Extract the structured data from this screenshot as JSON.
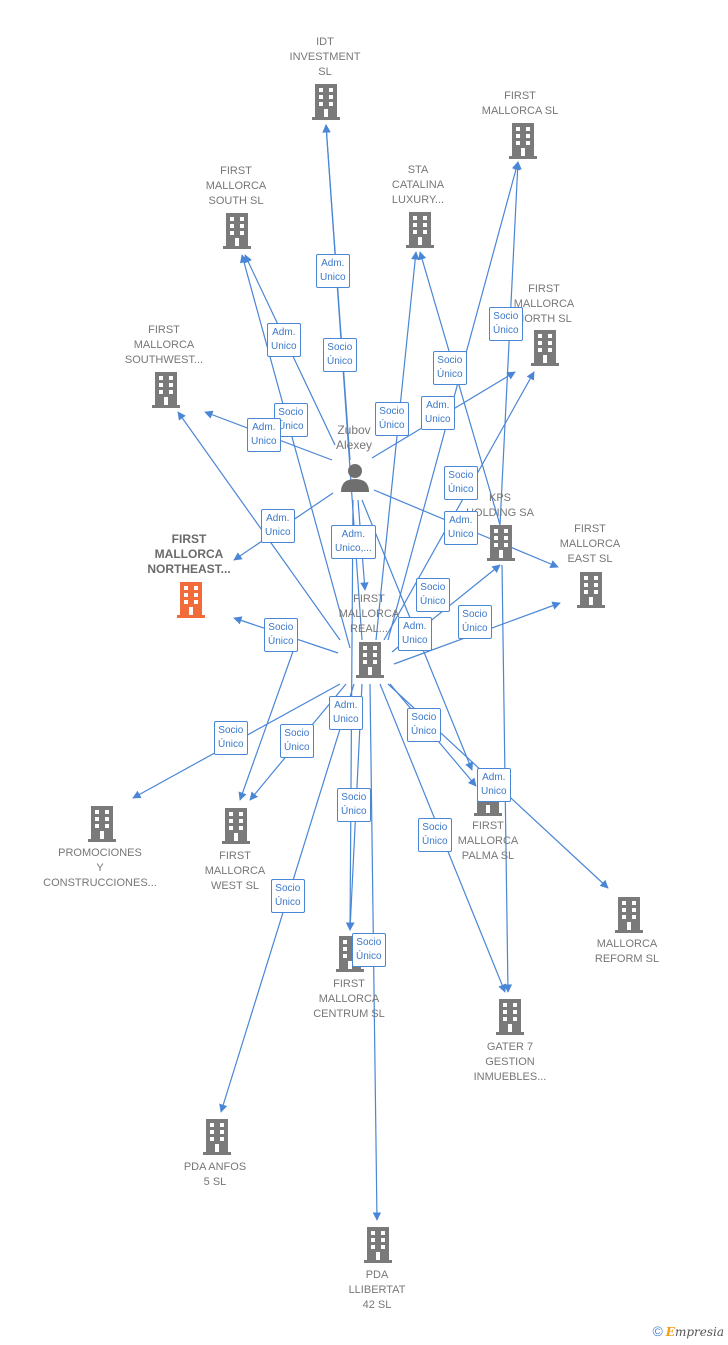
{
  "colors": {
    "edge": "#4a86d6",
    "building": "#7a7a7a",
    "focus": "#f26b3a",
    "label": "#777777",
    "person": "#6f6f6f"
  },
  "person": {
    "name_lines": [
      "Zubov",
      "Alexey"
    ],
    "icon": "person-icon"
  },
  "companies": [
    {
      "id": "idt",
      "lines": [
        "IDT",
        "INVESTMENT",
        "SL"
      ]
    },
    {
      "id": "first-mallorca",
      "lines": [
        "FIRST",
        "MALLORCA SL"
      ]
    },
    {
      "id": "first-mallorca-south",
      "lines": [
        "FIRST",
        "MALLORCA",
        "SOUTH  SL"
      ]
    },
    {
      "id": "sta-catalina",
      "lines": [
        "STA",
        "CATALINA",
        "LUXURY..."
      ]
    },
    {
      "id": "first-mallorca-north",
      "lines": [
        "FIRST",
        "MALLORCA",
        "NORTH  SL"
      ]
    },
    {
      "id": "first-mallorca-southwest",
      "lines": [
        "FIRST",
        "MALLORCA",
        "SOUTHWEST..."
      ]
    },
    {
      "id": "first-mallorca-northeast",
      "lines": [
        "FIRST",
        "MALLORCA",
        "NORTHEAST..."
      ],
      "focus": true
    },
    {
      "id": "kps-holding",
      "lines": [
        "KPS",
        "HOLDING SA"
      ]
    },
    {
      "id": "first-mallorca-east",
      "lines": [
        "FIRST",
        "MALLORCA",
        "EAST  SL"
      ]
    },
    {
      "id": "first-mallorca-real",
      "lines": [
        "FIRST",
        "MALLORCA",
        "REAL..."
      ]
    },
    {
      "id": "promociones",
      "lines": [
        "PROMOCIONES",
        "Y",
        "CONSTRUCCIONES..."
      ]
    },
    {
      "id": "first-mallorca-west",
      "lines": [
        "FIRST",
        "MALLORCA",
        "WEST  SL"
      ]
    },
    {
      "id": "first-mallorca-palma",
      "lines": [
        "FIRST",
        "MALLORCA",
        "PALMA  SL"
      ]
    },
    {
      "id": "mallorca-reform",
      "lines": [
        "MALLORCA",
        "REFORM  SL"
      ]
    },
    {
      "id": "first-mallorca-centrum",
      "lines": [
        "FIRST",
        "MALLORCA",
        "CENTRUM  SL"
      ]
    },
    {
      "id": "gater7",
      "lines": [
        "GATER 7",
        "GESTION",
        "INMUEBLES..."
      ]
    },
    {
      "id": "pda-anfos",
      "lines": [
        "PDA ANFOS",
        "5  SL"
      ]
    },
    {
      "id": "pda-llibertat",
      "lines": [
        "PDA",
        "LLIBERTAT",
        "42  SL"
      ]
    }
  ],
  "relations": [
    {
      "lines": [
        "Adm.",
        "Unico"
      ]
    },
    {
      "lines": [
        "Socio",
        "Único"
      ]
    },
    {
      "lines": [
        "Adm.",
        "Unico"
      ]
    },
    {
      "lines": [
        "Socio",
        "Único"
      ]
    },
    {
      "lines": [
        "Socio",
        "Único"
      ]
    },
    {
      "lines": [
        "Adm.",
        "Unico"
      ]
    },
    {
      "lines": [
        "Socio",
        "Único"
      ]
    },
    {
      "lines": [
        "Adm.",
        "Unico"
      ]
    },
    {
      "lines": [
        "Socio",
        "Único"
      ]
    },
    {
      "lines": [
        "Adm.",
        "Unico"
      ]
    },
    {
      "lines": [
        "Adm.",
        "Unico,..."
      ]
    },
    {
      "lines": [
        "Socio",
        "Único"
      ]
    },
    {
      "lines": [
        "Adm.",
        "Unico"
      ]
    },
    {
      "lines": [
        "Socio",
        "Único"
      ]
    },
    {
      "lines": [
        "Adm.",
        "Unico"
      ]
    },
    {
      "lines": [
        "Socio",
        "Único"
      ]
    },
    {
      "lines": [
        "Socio",
        "Único"
      ]
    },
    {
      "lines": [
        "Socio",
        "Único"
      ]
    },
    {
      "lines": [
        "Adm.",
        "Unico"
      ]
    },
    {
      "lines": [
        "Socio",
        "Único"
      ]
    },
    {
      "lines": [
        "Adm.",
        "Unico"
      ]
    },
    {
      "lines": [
        "Socio",
        "Único"
      ]
    },
    {
      "lines": [
        "Socio",
        "Único"
      ]
    },
    {
      "lines": [
        "Socio",
        "Único"
      ]
    },
    {
      "lines": [
        "Socio",
        "Único"
      ]
    }
  ],
  "footer": {
    "copyright": "©",
    "brand_initial": "E",
    "brand_rest": "mpresia"
  }
}
